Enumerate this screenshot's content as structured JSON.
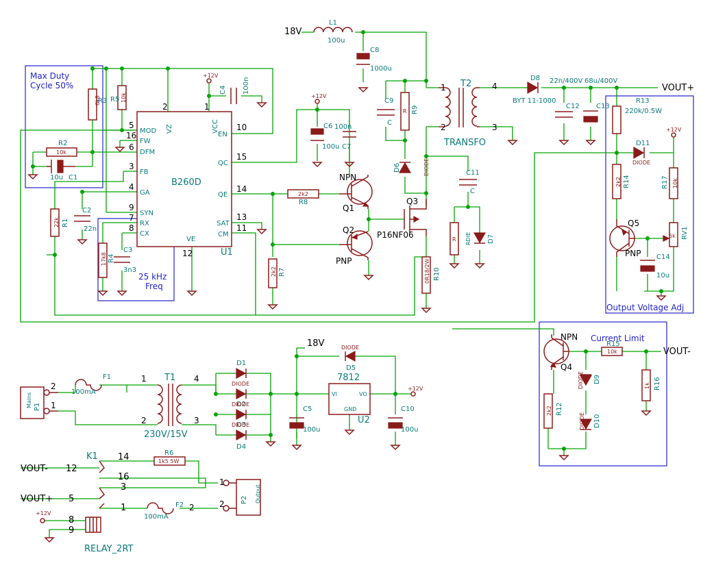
{
  "labels": {
    "v18_top": "18V",
    "l1": "L1",
    "l1_val": "100u",
    "c8": "C8",
    "c8_val": "1000u",
    "max_duty_1": "Max Duty",
    "max_duty_2": "Cycle 50%",
    "r3": "R3",
    "r3_val": "6k8",
    "r5": "R5",
    "r5_val": "10k",
    "r2": "R2",
    "r2_val": "10k",
    "c1": "C1",
    "c1_val": "10u",
    "ic_name": "B260D",
    "ic_ref": "U1",
    "pin_mod": "MOD",
    "pin_fw": "FW",
    "pin_dfm": "DFM",
    "pin_fb": "FB",
    "pin_ga": "GA",
    "pin_syn": "SYN",
    "pin_rx": "RX",
    "pin_cx": "CX",
    "pin_vz": "VZ",
    "pin_vcc": "VCC",
    "pin_en": "EN",
    "pin_qc": "QC",
    "pin_qe": "QE",
    "pin_sat": "SAT",
    "pin_cm": "CM",
    "pin_ve": "VE",
    "n5": "5",
    "n16": "16",
    "n6": "6",
    "n3": "3",
    "n4": "4",
    "n9": "9",
    "n7": "7",
    "n8": "8",
    "n2": "2",
    "n1": "1",
    "n10": "10",
    "n15": "15",
    "n14": "14",
    "n13": "13",
    "n11": "11",
    "n12": "12",
    "p12v": "+12V",
    "c4": "C4",
    "c4_val": "100n",
    "c6": "C6",
    "c6_val": "100u",
    "c7": "C7",
    "c7_val": "100n",
    "c2": "C2",
    "c2_val": "22n",
    "r1": "R1",
    "r1_val": "22k",
    "r4": "R4",
    "r4_val": "17k8",
    "c3": "C3",
    "c3_val": "3n3",
    "freq_1": "25 kHz",
    "freq_2": "Freq",
    "npn": "NPN",
    "pnp": "PNP",
    "q1": "Q1",
    "q2": "Q2",
    "r8": "R8",
    "r8_val": "2k2",
    "r7": "R7",
    "r7_val": "2k2",
    "q3": "Q3",
    "q3_val": "P16NF06",
    "r10": "R10",
    "r10_val": "0R18/2W",
    "c9": "C9",
    "c9_val": "C",
    "r9": "R9",
    "r9_val": "R",
    "d6": "D6",
    "diode": "DIODE",
    "t2": "T2",
    "transfo": "TRANSFO",
    "c11": "C11",
    "c11_val": "C",
    "r_val": "R",
    "rdie": "RDIE",
    "d7": "D7",
    "d8": "D8",
    "d8_val": "BYT 11-1000",
    "c12": "C12",
    "c12_val": "22n/400V",
    "c13": "C13",
    "c13_val": "68u/400V",
    "r13": "R13",
    "r13_val": "220k/0.5W",
    "vout_plus": "VOUT+",
    "d11": "D11",
    "r14": "R14",
    "r14_val": "2k2",
    "r17": "R17",
    "r17_val": "10k",
    "q5": "Q5",
    "rv1": "RV1",
    "rv1_val": "5k",
    "c14": "C14",
    "c14_val": "10u",
    "out_adj": "Output Voltage Adj",
    "current_limit": "Current Limit",
    "q4": "Q4",
    "r15": "R15",
    "r15_val": "10k",
    "vout_minus": "VOUT-",
    "d9": "D9",
    "d10": "D10",
    "r12": "R12",
    "r12_val": "2k2",
    "r16": "R16",
    "r16_val": "1k",
    "mains": "Mains",
    "p1": "P1",
    "f1": "F1",
    "f1_val": "100mA",
    "t1": "T1",
    "t1_val": "230V/15V",
    "d1": "D1",
    "d2": "D2",
    "d3": "D3",
    "d4": "D4",
    "v18_mid": "18V",
    "d5": "D5",
    "reg": "7812",
    "reg_vi": "VI",
    "reg_vo": "VO",
    "reg_gnd": "GND",
    "u2": "U2",
    "c5": "C5",
    "c5_val": "100u",
    "c10": "C10",
    "c10_val": "100u",
    "k1": "K1",
    "r6": "R6",
    "r6_val": "1k5 5W",
    "vout_minus2": "VOUT-",
    "vout_plus2": "VOUT+",
    "p2": "P2",
    "output": "Output",
    "f2": "F2",
    "f2_val": "100mA",
    "relay": "RELAY_2RT",
    "k12": "12",
    "k14": "14",
    "k16": "16",
    "k3": "3",
    "k5": "5",
    "k1n": "1",
    "k8": "8",
    "k9": "9",
    "t2_1": "1",
    "t2_2": "2",
    "t2_3": "3",
    "t2_4": "4",
    "t1_1": "1",
    "t1_2": "2",
    "t1_3": "3",
    "t1_4": "4",
    "p1_1": "1",
    "p1_2": "2",
    "p2_1": "1",
    "p2_2": "2"
  }
}
